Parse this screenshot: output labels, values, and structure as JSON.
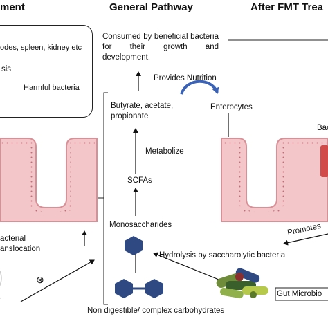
{
  "headers": {
    "left": "ment",
    "center": "General Pathway",
    "right": "After FMT Trea"
  },
  "left_box": {
    "organs": "odes, spleen, kidney etc",
    "oval_label": "sis",
    "harmful": "Harmful bacteria"
  },
  "left_labels": {
    "bacterial": "acterial",
    "translocation": "anslocation",
    "blocked_symbol": "⊗"
  },
  "center_labels": {
    "consumed": "Consumed by beneficial bacteria for their growth and development.",
    "provides": "Provides Nutrition",
    "butyrate_line1": "Butyrate, acetate,",
    "butyrate_line2": "propionate",
    "enterocytes": "Enterocytes",
    "metabolize": "Metabolize",
    "scfas": "SCFAs",
    "monosaccharides": "Monosaccharides",
    "hydrolysis": "Hydrolysis by saccharolytic bacteria",
    "nondigestible": "Non digestible/ complex carbohydrates"
  },
  "right_labels": {
    "bac": "Bac",
    "promotes": "Promotes",
    "gut_microbiota": "Gut Microbio"
  },
  "colors": {
    "villus_fill": "#f3c7c9",
    "villus_edge": "#d98f96",
    "hexagon": "#2f4a82",
    "curved_arrow": "#3a63b8",
    "red_block": "#d14b4b"
  }
}
